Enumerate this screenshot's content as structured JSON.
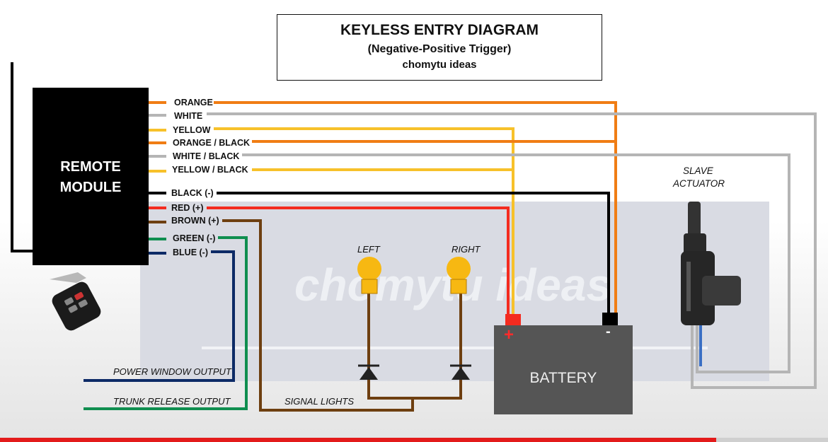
{
  "title": {
    "main": "KEYLESS ENTRY DIAGRAM",
    "sub": "(Negative-Positive Trigger)",
    "credit": "chomytu ideas"
  },
  "module": {
    "line1": "REMOTE",
    "line2": "MODULE"
  },
  "wires": [
    {
      "label": "ORANGE",
      "color": "#f07d14"
    },
    {
      "label": "WHITE",
      "color": "#b5b5b5"
    },
    {
      "label": "YELLOW",
      "color": "#f7c12a"
    },
    {
      "label": "ORANGE / BLACK",
      "color": "#f07d14"
    },
    {
      "label": "WHITE / BLACK",
      "color": "#b5b5b5"
    },
    {
      "label": "YELLOW / BLACK",
      "color": "#f7c12a"
    },
    {
      "label": "BLACK (-)",
      "color": "#000000"
    },
    {
      "label": "RED (+)",
      "color": "#f42b1f"
    },
    {
      "label": "BROWN (+)",
      "color": "#6e3f10"
    },
    {
      "label": "GREEN (-)",
      "color": "#0f8e4f"
    },
    {
      "label": "BLUE (-)",
      "color": "#0c2a66"
    }
  ],
  "lights": {
    "left": "LEFT",
    "right": "RIGHT",
    "group": "SIGNAL LIGHTS"
  },
  "outputs": {
    "power_window": "POWER WINDOW OUTPUT",
    "trunk": "TRUNK RELEASE OUTPUT"
  },
  "actuator": {
    "line1": "SLAVE",
    "line2": "ACTUATOR"
  },
  "battery": {
    "label": "BATTERY",
    "plus": "+",
    "minus": "-"
  },
  "watermark": "chomytu ideas",
  "colors": {
    "bulb": "#f7b812",
    "diode": "#222222",
    "progress": "#e31b1b"
  },
  "progress": 0.865
}
